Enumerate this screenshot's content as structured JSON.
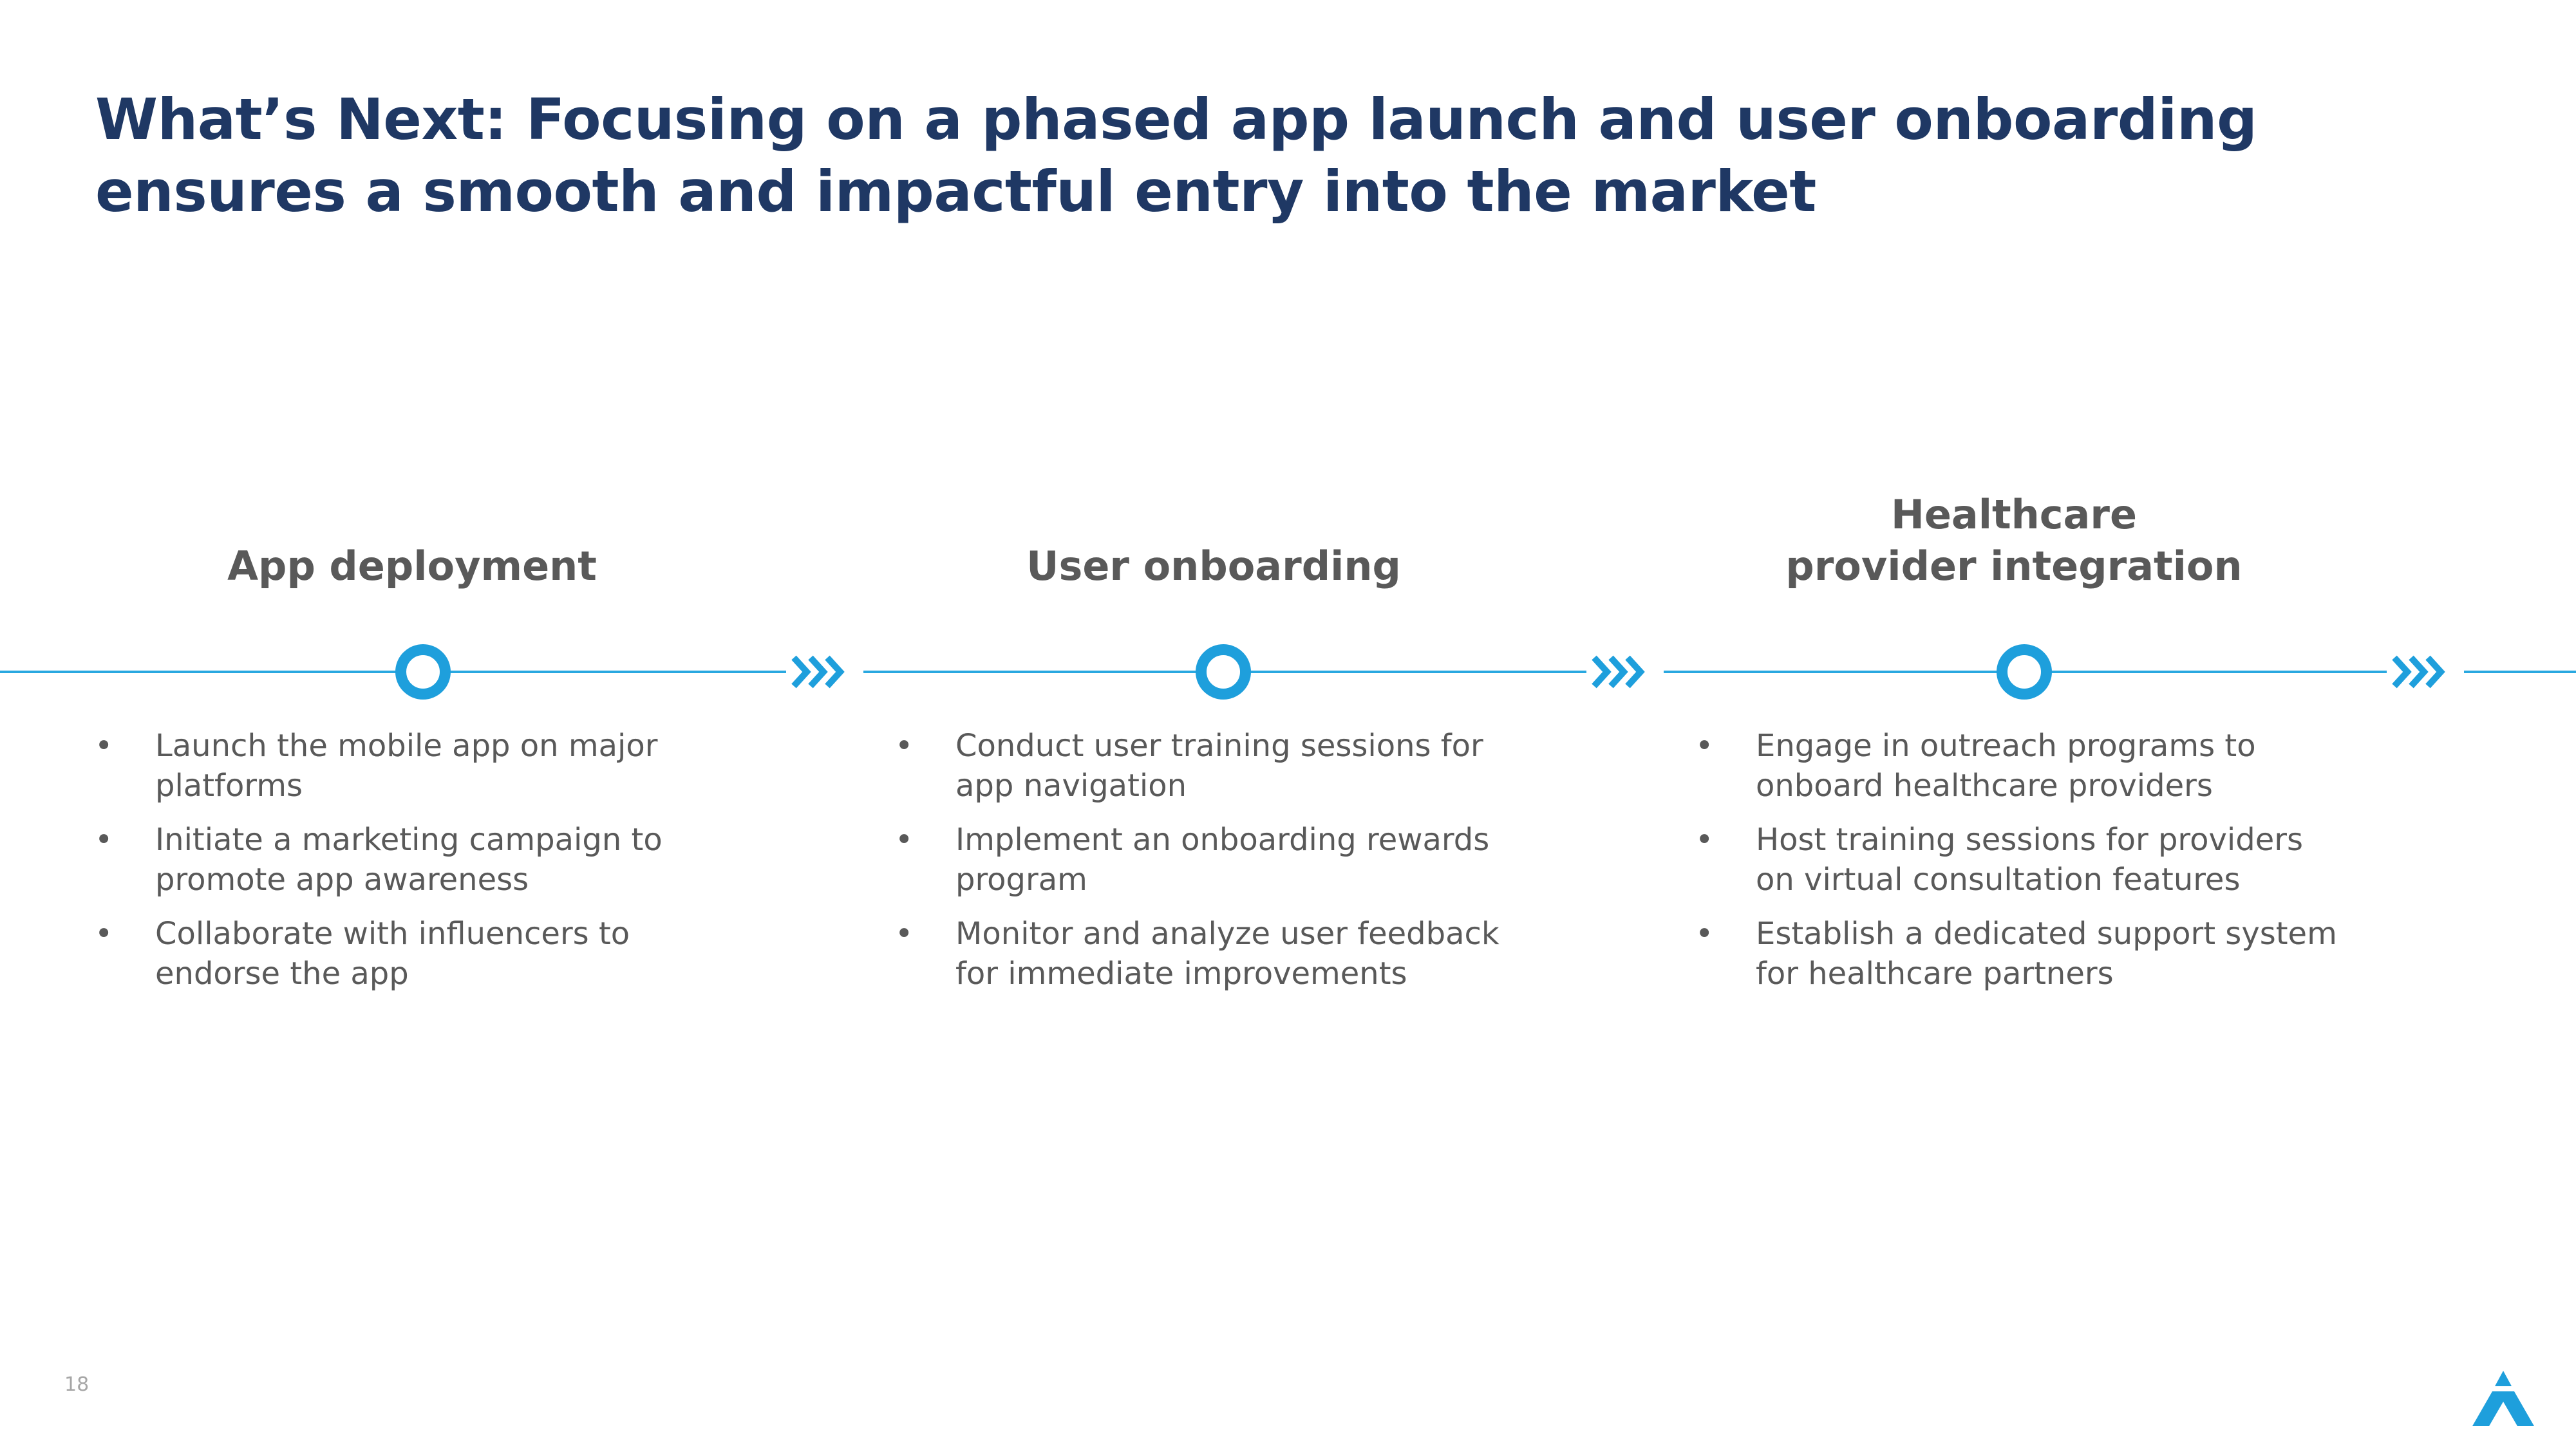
{
  "title": "What’s Next: Focusing on a phased app launch and user onboarding ensures a smooth and impactful entry into the market",
  "stages": [
    {
      "title": "App deployment",
      "bullets": [
        "Launch the mobile app on major platforms",
        "Initiate a marketing campaign to promote app awareness",
        "Collaborate with influencers to endorse the app"
      ]
    },
    {
      "title": "User onboarding",
      "bullets": [
        "Conduct user training sessions for app navigation",
        "Implement an onboarding rewards program",
        "Monitor and analyze user feedback for immediate improvements"
      ]
    },
    {
      "title_line1": "Healthcare",
      "title_line2": "provider integration",
      "bullets": [
        "Engage in outreach programs to onboard healthcare providers",
        "Host training sessions for providers on virtual consultation features",
        "Establish a dedicated support system for healthcare partners"
      ]
    }
  ],
  "bullet_symbol": "•",
  "page_number": "18",
  "icons": {
    "node": "circle-node-icon",
    "chevron": "triple-chevron-right-icon",
    "logo": "company-logo"
  },
  "colors": {
    "title": "#1f3864",
    "accent": "#29a8e0",
    "text": "#595959"
  }
}
